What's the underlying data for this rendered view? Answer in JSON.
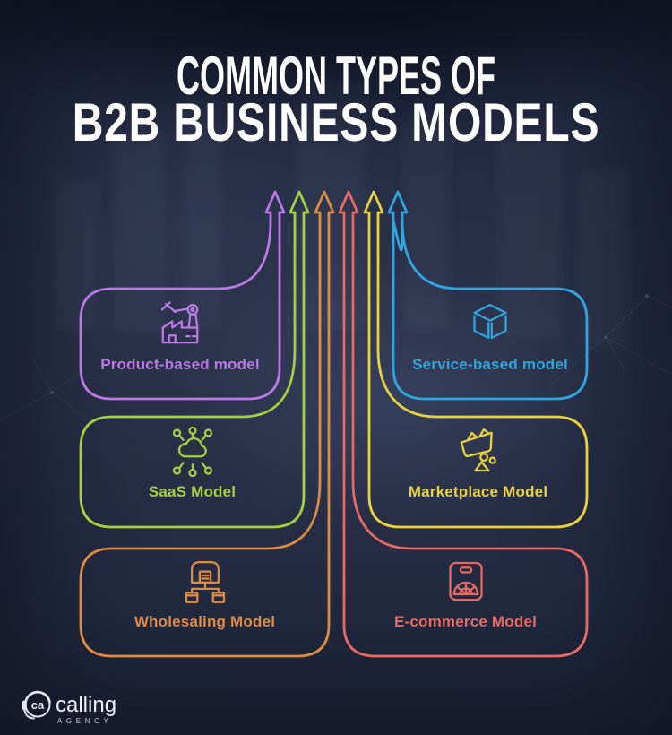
{
  "title": {
    "line1": "COMMON TYPES OF",
    "line2": "B2B BUSINESS MODELS"
  },
  "models": [
    {
      "label": "Product-based model",
      "color": "#bb79e6",
      "icon": "factory-icon"
    },
    {
      "label": "Service-based model",
      "color": "#2fa6e0",
      "icon": "cube-icon"
    },
    {
      "label": "SaaS Model",
      "color": "#a3d13f",
      "icon": "cloud-network-icon"
    },
    {
      "label": "Marketplace Model",
      "color": "#e9d23c",
      "icon": "basket-icon"
    },
    {
      "label": "Wholesaling Model",
      "color": "#dd8c43",
      "icon": "warehouse-icon"
    },
    {
      "label": "E-commerce Model",
      "color": "#e66a63",
      "icon": "shopping-bag-icon"
    }
  ],
  "logo": {
    "initials": "ca",
    "name": "calling",
    "subtitle": "AGENCY"
  },
  "theme": {
    "background": "#262d44",
    "title_color": "#ffffff"
  }
}
